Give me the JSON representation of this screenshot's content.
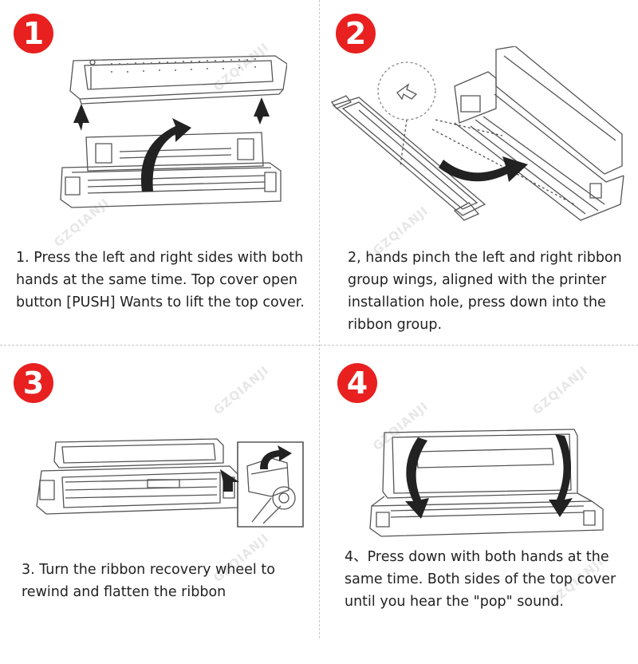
{
  "steps": [
    {
      "number": "1",
      "text": "1. Press the left and right sides with both hands at the same time. Top cover open button [PUSH] Wants to lift the top cover."
    },
    {
      "number": "2",
      "text": "2, hands pinch the left and right ribbon group wings, aligned with the printer installation hole, press down into the ribbon group."
    },
    {
      "number": "3",
      "text": "3. Turn the ribbon recovery wheel to rewind and flatten the ribbon"
    },
    {
      "number": "4",
      "text": "4、Press down with both hands at the same time. Both sides of the top cover until you hear the \"pop\" sound."
    }
  ],
  "watermark": "GZQIANJI",
  "colors": {
    "badge": "#e8201f",
    "line": "#555555",
    "arrow": "#222222"
  }
}
